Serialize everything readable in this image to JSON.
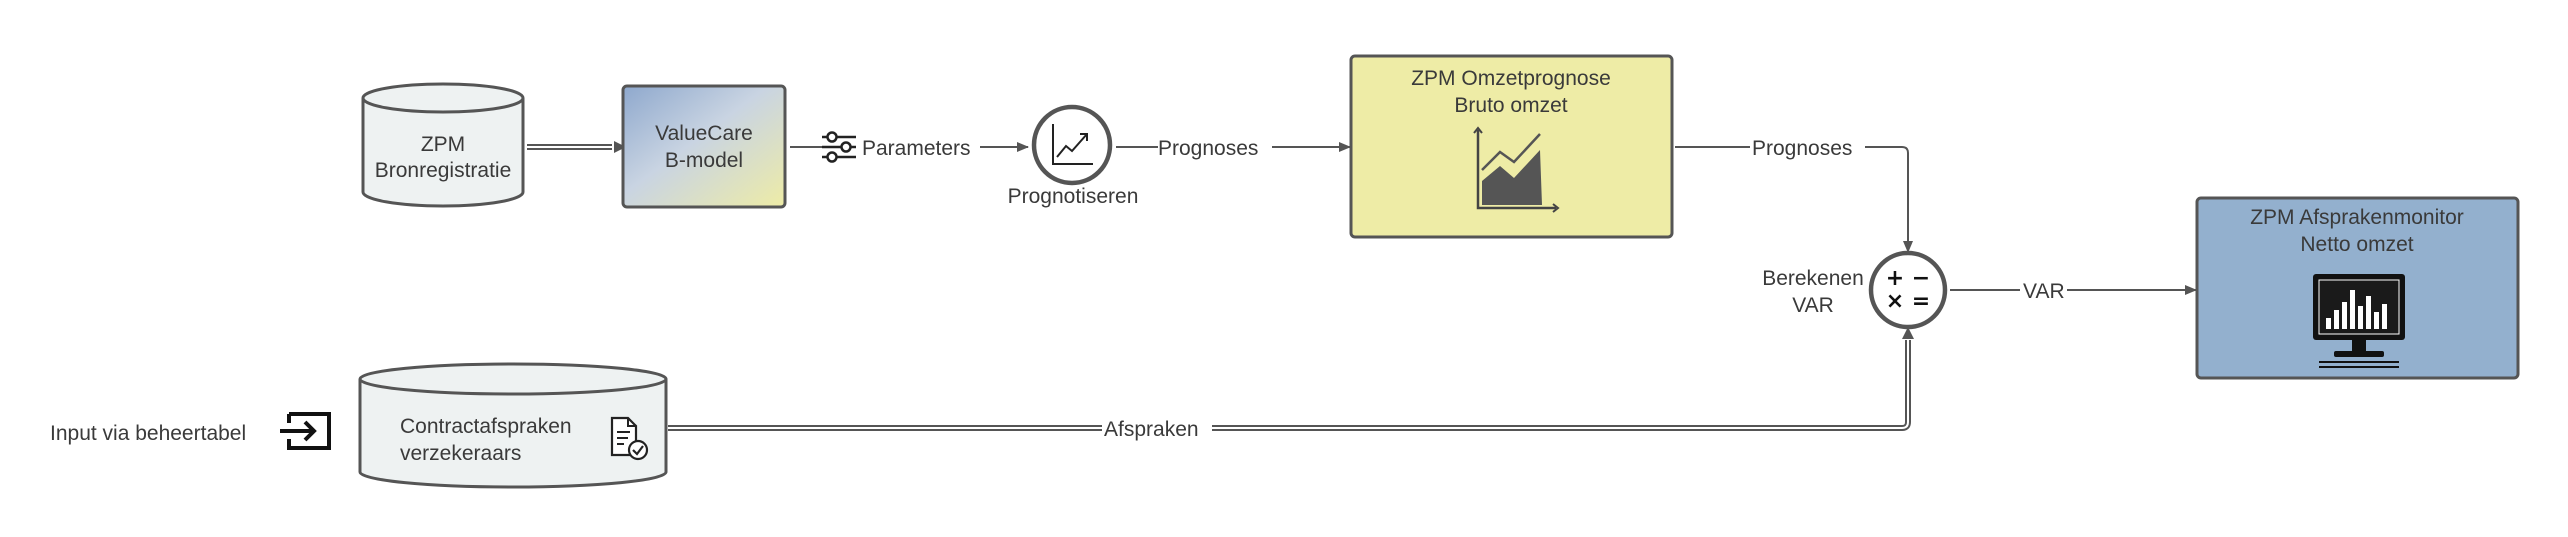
{
  "nodes": {
    "zpm_bron": {
      "line1": "ZPM",
      "line2": "Bronregistratie"
    },
    "valuecare": {
      "line1": "ValueCare",
      "line2": "B-model"
    },
    "prognotiseren": {
      "label": "Prognotiseren"
    },
    "omzetprognose": {
      "line1": "ZPM Omzetprognose",
      "line2": "Bruto omzet"
    },
    "berekenen": {
      "line1": "Berekenen",
      "line2": "VAR"
    },
    "afsprakenmonitor": {
      "line1": "ZPM Afsprakenmonitor",
      "line2": "Netto omzet"
    },
    "contract": {
      "line1": "Contractafspraken",
      "line2": "verzekeraars"
    },
    "input": {
      "label": "Input via beheertabel"
    }
  },
  "edges": {
    "parameters": "Parameters",
    "prognoses_1": "Prognoses",
    "prognoses_2": "Prognoses",
    "var": "VAR",
    "afspraken": "Afspraken"
  },
  "icons": {
    "calc_symbols": {
      "plus": "+",
      "minus": "−",
      "times": "×",
      "equals": "="
    }
  },
  "colors": {
    "stroke": "#555555",
    "cylinder_fill": "#eef2f2",
    "yellow_fill": "#eeeca6",
    "blue_fill": "#93b0ce",
    "gradient_blue": "#8ea8cd",
    "gradient_yellow": "#eeeca6"
  }
}
